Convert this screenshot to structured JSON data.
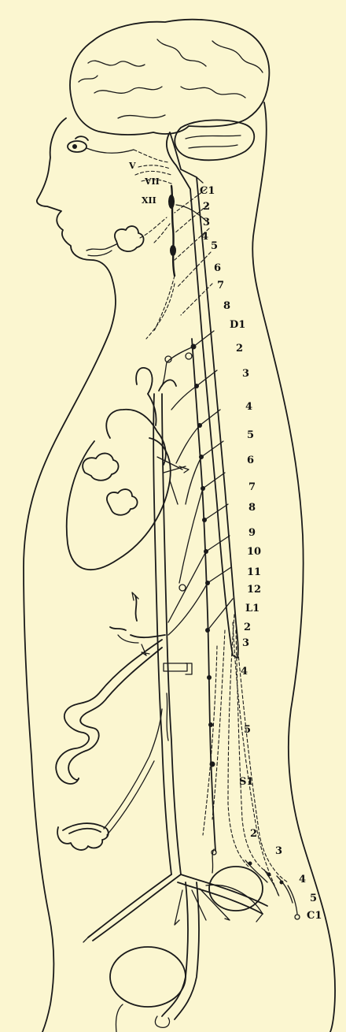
{
  "cranial_labels": [
    {
      "key": "v",
      "text": "V"
    },
    {
      "key": "vii",
      "text": "VII"
    },
    {
      "key": "xii",
      "text": "XII"
    }
  ],
  "spinal_labels": [
    {
      "key": "c1",
      "text": "C1"
    },
    {
      "key": "c2",
      "text": "2"
    },
    {
      "key": "c3",
      "text": "3"
    },
    {
      "key": "c4",
      "text": "4"
    },
    {
      "key": "c5",
      "text": "5"
    },
    {
      "key": "c6",
      "text": "6"
    },
    {
      "key": "c7",
      "text": "7"
    },
    {
      "key": "c8",
      "text": "8"
    },
    {
      "key": "d1",
      "text": "D1"
    },
    {
      "key": "d2",
      "text": "2"
    },
    {
      "key": "d3",
      "text": "3"
    },
    {
      "key": "d4",
      "text": "4"
    },
    {
      "key": "d5",
      "text": "5"
    },
    {
      "key": "d6",
      "text": "6"
    },
    {
      "key": "d7",
      "text": "7"
    },
    {
      "key": "d8",
      "text": "8"
    },
    {
      "key": "d9",
      "text": "9"
    },
    {
      "key": "d10",
      "text": "10"
    },
    {
      "key": "d11",
      "text": "11"
    },
    {
      "key": "d12",
      "text": "12"
    },
    {
      "key": "l1",
      "text": "L1"
    },
    {
      "key": "l2",
      "text": "2"
    },
    {
      "key": "l3",
      "text": "3"
    },
    {
      "key": "l4",
      "text": "4"
    },
    {
      "key": "l5",
      "text": "5"
    },
    {
      "key": "s1",
      "text": "S1"
    },
    {
      "key": "s2",
      "text": "2"
    },
    {
      "key": "s3",
      "text": "3"
    },
    {
      "key": "s4",
      "text": "4"
    },
    {
      "key": "s5",
      "text": "5"
    },
    {
      "key": "co1",
      "text": "C1"
    }
  ],
  "colors": {
    "paper": "#fbf6d0",
    "ink": "#1a1a1a",
    "hatch": "#9a9a94"
  }
}
